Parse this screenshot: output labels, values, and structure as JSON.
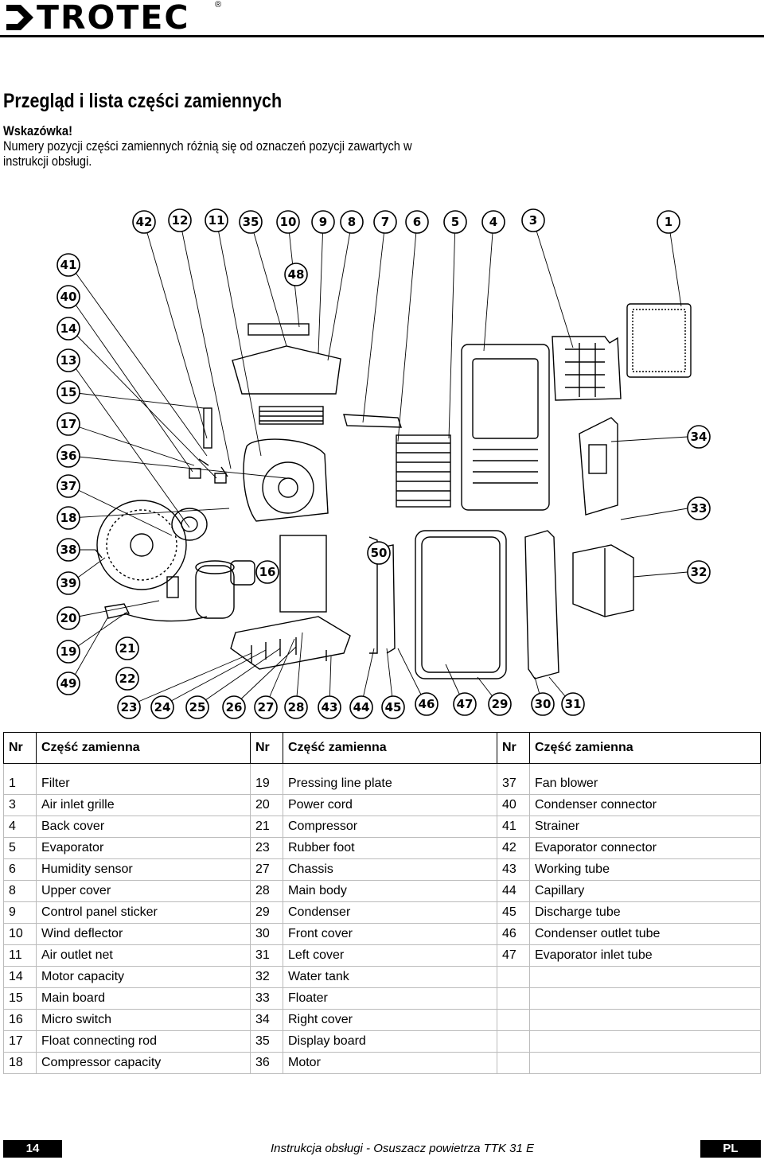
{
  "header": {
    "brand": "TROTEC",
    "reg_mark": "®"
  },
  "title": "Przegląd i lista części zamiennych",
  "hint": {
    "label": "Wskazówka!",
    "text": "Numery pozycji części zamiennych różnią się od oznaczeń pozycji zawartych w instrukcji obsługi."
  },
  "diagram": {
    "callouts_top": [
      "42",
      "12",
      "11",
      "35",
      "10",
      "9",
      "8",
      "7",
      "6",
      "5",
      "4",
      "3",
      "1"
    ],
    "callouts_left": [
      "41",
      "40",
      "14",
      "13",
      "15",
      "17",
      "36",
      "37",
      "18",
      "38",
      "39",
      "20",
      "19",
      "49"
    ],
    "callouts_bottom": [
      "23",
      "24",
      "25",
      "26",
      "27",
      "28",
      "43",
      "44",
      "45",
      "46",
      "47",
      "29",
      "30",
      "31"
    ],
    "callouts_right": [
      "34",
      "33",
      "32"
    ],
    "callouts_inner": [
      "48",
      "16",
      "50",
      "21",
      "22"
    ]
  },
  "table": {
    "headers": [
      "Nr",
      "Część zamienna",
      "Nr",
      "Część zamienna",
      "Nr",
      "Część zamienna"
    ],
    "rows": [
      [
        "1",
        "Filter",
        "19",
        "Pressing line plate",
        "37",
        "Fan blower"
      ],
      [
        "3",
        "Air inlet grille",
        "20",
        "Power cord",
        "40",
        "Condenser connector"
      ],
      [
        "4",
        "Back cover",
        "21",
        "Compressor",
        "41",
        "Strainer"
      ],
      [
        "5",
        "Evaporator",
        "23",
        "Rubber foot",
        "42",
        "Evaporator connector"
      ],
      [
        "6",
        "Humidity sensor",
        "27",
        "Chassis",
        "43",
        "Working tube"
      ],
      [
        "8",
        "Upper cover",
        "28",
        "Main body",
        "44",
        "Capillary"
      ],
      [
        "9",
        "Control panel sticker",
        "29",
        "Condenser",
        "45",
        "Discharge tube"
      ],
      [
        "10",
        "Wind deflector",
        "30",
        "Front cover",
        "46",
        "Condenser outlet tube"
      ],
      [
        "11",
        "Air outlet net",
        "31",
        "Left cover",
        "47",
        "Evaporator inlet tube"
      ],
      [
        "14",
        "Motor capacity",
        "32",
        "Water tank",
        "",
        ""
      ],
      [
        "15",
        "Main board",
        "33",
        "Floater",
        "",
        ""
      ],
      [
        "16",
        "Micro switch",
        "34",
        "Right cover",
        "",
        ""
      ],
      [
        "17",
        "Float connecting rod",
        "35",
        "Display board",
        "",
        ""
      ],
      [
        "18",
        "Compressor capacity",
        "36",
        "Motor",
        "",
        ""
      ]
    ]
  },
  "footer": {
    "page": "14",
    "text": "Instrukcja obsługi - Osuszacz powietrza TTK 31 E",
    "lang": "PL"
  }
}
